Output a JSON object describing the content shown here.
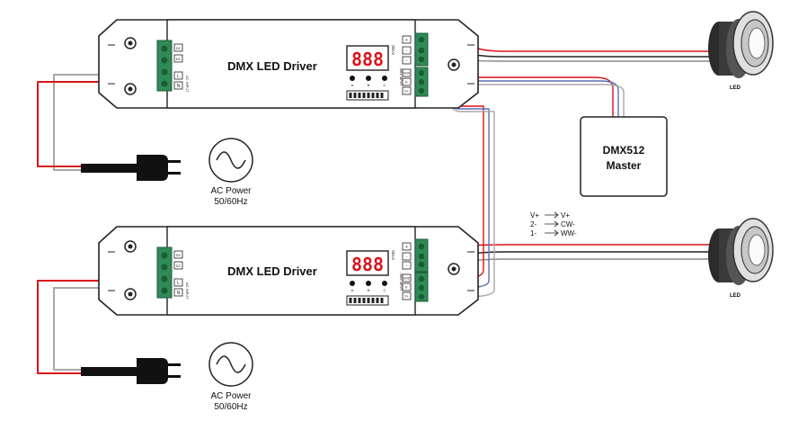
{
  "drivers": [
    {
      "title": "DMX LED Driver",
      "display": "888",
      "buttons": [
        "A",
        "B",
        "C"
      ],
      "input_terminal_labels": [
        "DC",
        "DC"
      ],
      "ac_terminal_labels": [
        "L",
        "N"
      ],
      "ac_input_label": "AC INPUT",
      "output_terminal_labels": [
        "+",
        "-",
        "-"
      ],
      "selv_label": "SELV",
      "dmx_terminal_labels": [
        "GND",
        "D-",
        "D+"
      ],
      "dmx_input_label": "DMX INPUT"
    },
    {
      "title": "DMX LED Driver",
      "display": "888",
      "buttons": [
        "A",
        "B",
        "C"
      ],
      "input_terminal_labels": [
        "DC",
        "DC"
      ],
      "ac_terminal_labels": [
        "L",
        "N"
      ],
      "ac_input_label": "AC INPUT",
      "output_terminal_labels": [
        "+",
        "-",
        "-"
      ],
      "selv_label": "SELV",
      "dmx_terminal_labels": [
        "GND",
        "D-",
        "D+"
      ],
      "dmx_input_label": "DMX INPUT"
    }
  ],
  "ac_sources": [
    {
      "line1": "AC Power",
      "line2": "50/60Hz"
    },
    {
      "line1": "AC Power",
      "line2": "50/60Hz"
    }
  ],
  "master": {
    "line1": "DMX512",
    "line2": "Master"
  },
  "leds": [
    {
      "label": "LED"
    },
    {
      "label": "LED"
    }
  ],
  "mapping": [
    {
      "from": "V+",
      "to": "V+"
    },
    {
      "from": "2-",
      "to": "CW-"
    },
    {
      "from": "1-",
      "to": "WW-"
    }
  ],
  "colors": {
    "red_wire": "#d9131c",
    "grey_wire": "#a8a8a8",
    "blue_wire": "#5b6fb5",
    "terminal_green": "#2e8b57",
    "display_red": "#d9131c"
  }
}
